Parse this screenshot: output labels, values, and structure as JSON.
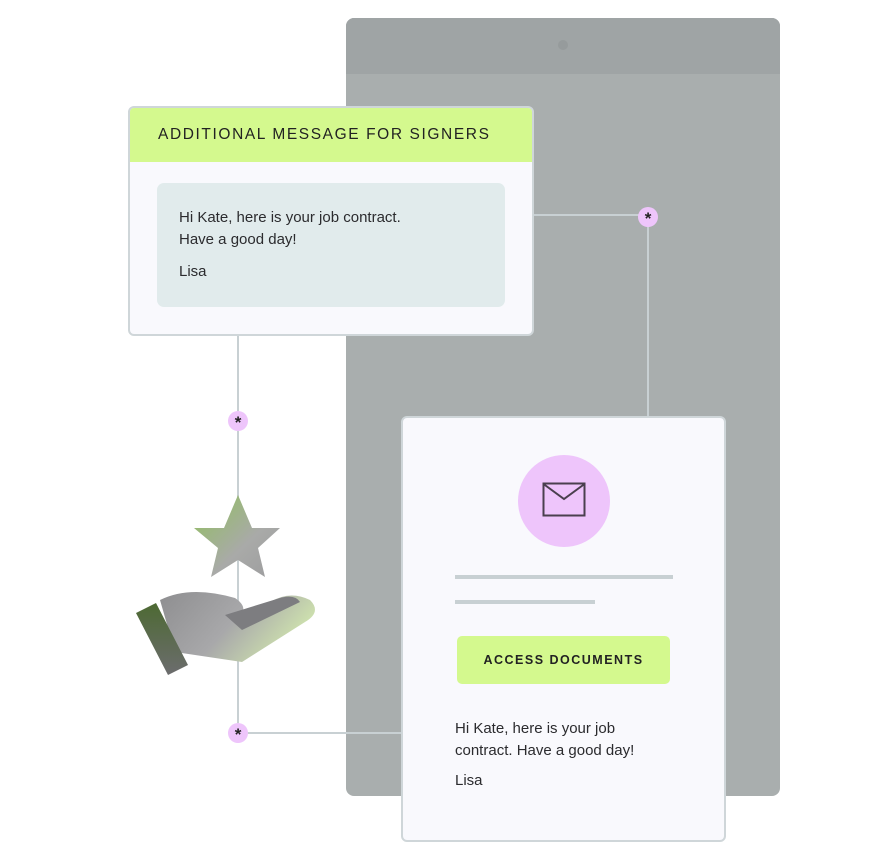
{
  "message_card": {
    "title": "ADDITIONAL MESSAGE FOR SIGNERS",
    "line1": "Hi Kate, here is your job contract.",
    "line2": "Have a good day!",
    "signature": "Lisa"
  },
  "email_card": {
    "button_label": "ACCESS DOCUMENTS",
    "line1": "Hi Kate, here is your job",
    "line2": "contract. Have a good day!",
    "signature": "Lisa"
  },
  "connectors": {
    "asterisk": "*"
  },
  "colors": {
    "accent_green": "#d4f98e",
    "accent_pink": "#eec5fb",
    "device_gray": "#a9aeae"
  }
}
